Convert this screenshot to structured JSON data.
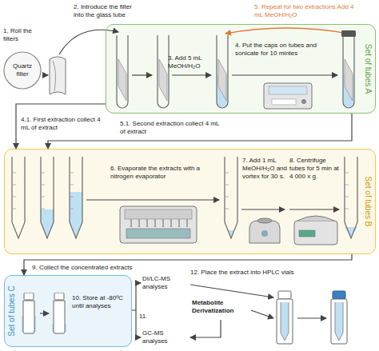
{
  "diagram": {
    "nodes": [
      {
        "text": [
          "Quartz filter"
        ]
      },
      {
        "text": [
          "Set of tubes A"
        ]
      },
      {
        "text": [
          "Set of tubes B"
        ]
      },
      {
        "text": [
          "Set of tubes C"
        ]
      }
    ],
    "edges": [
      {
        "from": 1,
        "to": 2,
        "arrow": "to",
        "label": "4.1. First extraction collect 4 mL of extract"
      },
      {
        "from": 1,
        "to": 2,
        "arrow": "to",
        "label": "5.1. Second extraction collect 4 mL of extract"
      },
      {
        "from": 2,
        "to": 3,
        "arrow": "to",
        "label": "9. Collect the concentrated extracts"
      }
    ],
    "labels": [
      "1. Roll the filters",
      "2. Introduce the filter into the glass tube",
      "3. Add 5 mL MeOH/H₂O",
      "5. Repeat for two extractions Add 4 mL MeOH/H₂O",
      "4. Put the caps on tubes and sonicate for 10 mintes",
      "6. Evaporate the extracts with a nitrogen evaporator",
      "7. Add 1 mL MeOH/H₂O and vortex for 30 s.",
      "8. Centrifuge tubes for 5 min at 4 000 x g.",
      "10. Store at -80ºC until analyses",
      "11.",
      "DI/LC-MS analyses",
      "GC-MS analyses",
      "Metabolite Derivatization",
      "12. Place the extract into HPLC vials"
    ]
  }
}
